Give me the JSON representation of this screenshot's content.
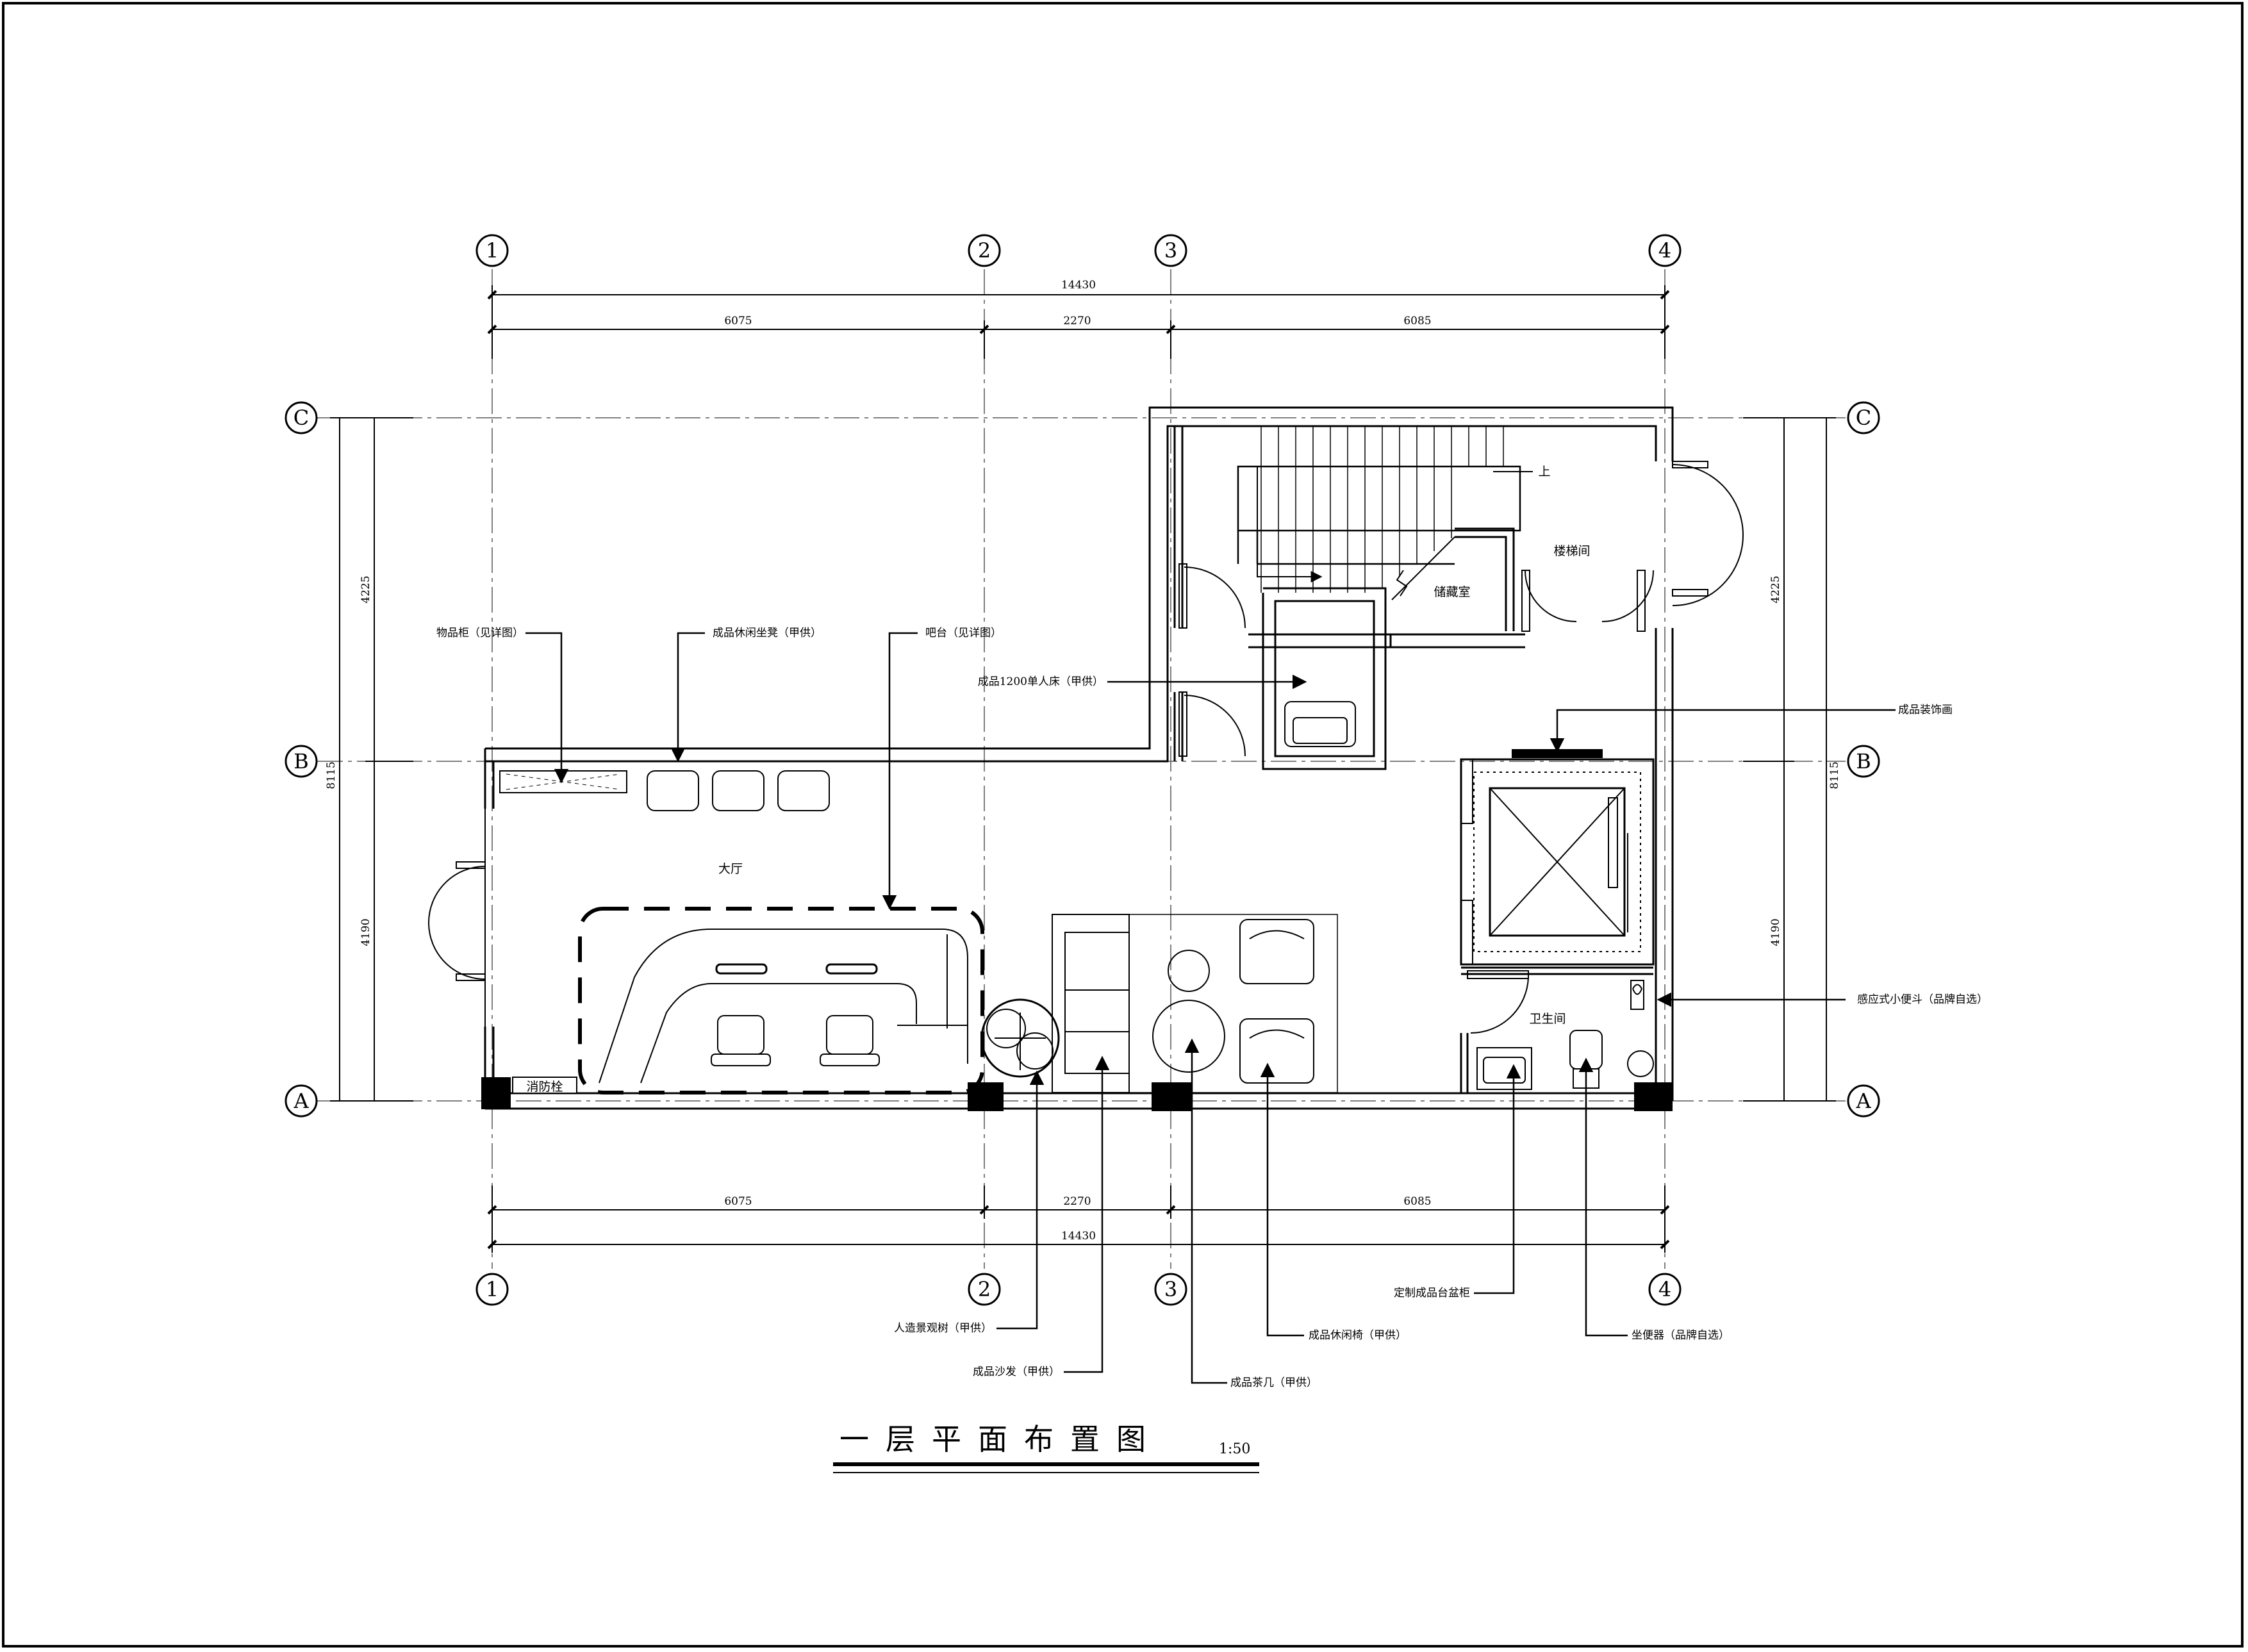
{
  "axes": {
    "columns": [
      "1",
      "2",
      "3",
      "4"
    ],
    "rows": [
      "A",
      "B",
      "C"
    ]
  },
  "dimensions": {
    "top_total": "14430",
    "top_spans": [
      "6075",
      "2270",
      "6085"
    ],
    "bottom_spans": [
      "6075",
      "2270",
      "6085"
    ],
    "bottom_total": "14430",
    "left_total": "8115",
    "left_spans": [
      "4225",
      "4190"
    ],
    "right_total": "8115",
    "right_spans": [
      "4225",
      "4190"
    ]
  },
  "rooms": {
    "hall": "大厅",
    "stair": "楼梯间",
    "storage": "储藏室",
    "toilet": "卫生间",
    "up": "上",
    "hydrant": "消防栓"
  },
  "labels": {
    "cabinet": "物品柜（见详图）",
    "stool": "成品休闲坐凳（甲供）",
    "bar": "吧台（见详图）",
    "bed": "成品1200单人床（甲供）",
    "painting": "成品装饰画",
    "urinal": "感应式小便斗（品牌自选）",
    "tree": "人造景观树（甲供）",
    "sofa": "成品沙发（甲供）",
    "tea_table": "成品茶几（甲供）",
    "chair": "成品休闲椅（甲供）",
    "basin": "定制成品台盆柜",
    "toilet_seat": "坐便器（品牌自选）"
  },
  "title": {
    "text": "一层平面布置图",
    "scale": "1:50"
  }
}
